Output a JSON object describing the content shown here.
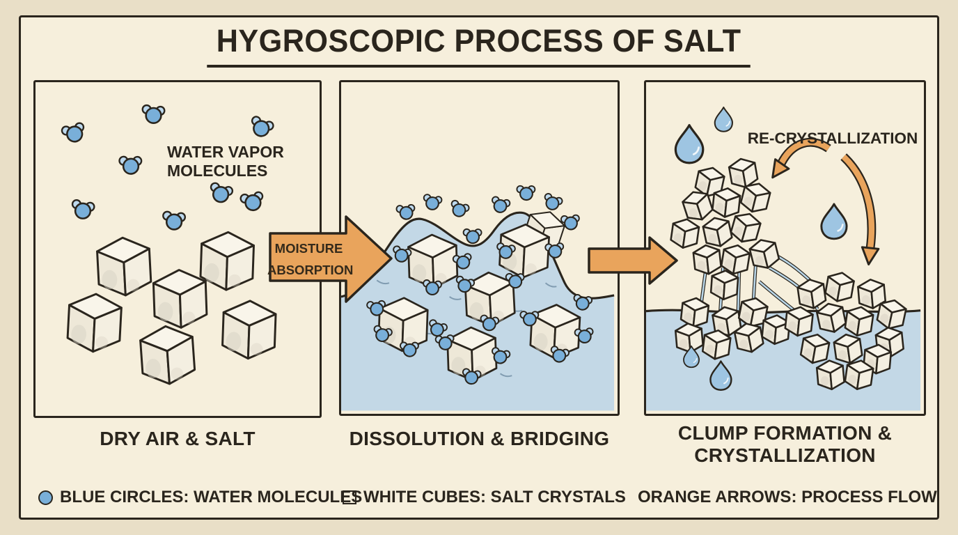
{
  "title": "HYGROSCOPIC PROCESS OF SALT",
  "panels": [
    {
      "caption": "DRY AIR & SALT",
      "annotation": "WATER VAPOR MOLECULES"
    },
    {
      "caption": "DISSOLUTION & BRIDGING"
    },
    {
      "caption": "CLUMP FORMATION & CRYSTALLIZATION",
      "annotation": "RE-CRYSTALLIZATION"
    }
  ],
  "arrows": {
    "moisture_label": "MOISTURE ABSORPTION"
  },
  "legend": [
    {
      "icon": "blue-circle",
      "label": "BLUE CIRCLES: WATER MOLECULES"
    },
    {
      "icon": "white-cube",
      "label": "WHITE CUBES: SALT CRYSTALS"
    },
    {
      "icon": null,
      "label": "ORANGE ARROWS: PROCESS FLOW"
    }
  ],
  "colors": {
    "paper_outer": "#e9dfc7",
    "paper_inner": "#f6efdc",
    "ink": "#2a251d",
    "orange": "#e9a45c",
    "liquid": "#c3d8e6",
    "molecule_blue": "#79afd9",
    "molecule_light": "#bdd9ee",
    "drop_blue": "#9ec5e2",
    "cube_top": "#f9f5ea",
    "cube_left": "#eee8d8",
    "cube_right": "#f4efe1",
    "bridge": "#b9d6e8"
  }
}
